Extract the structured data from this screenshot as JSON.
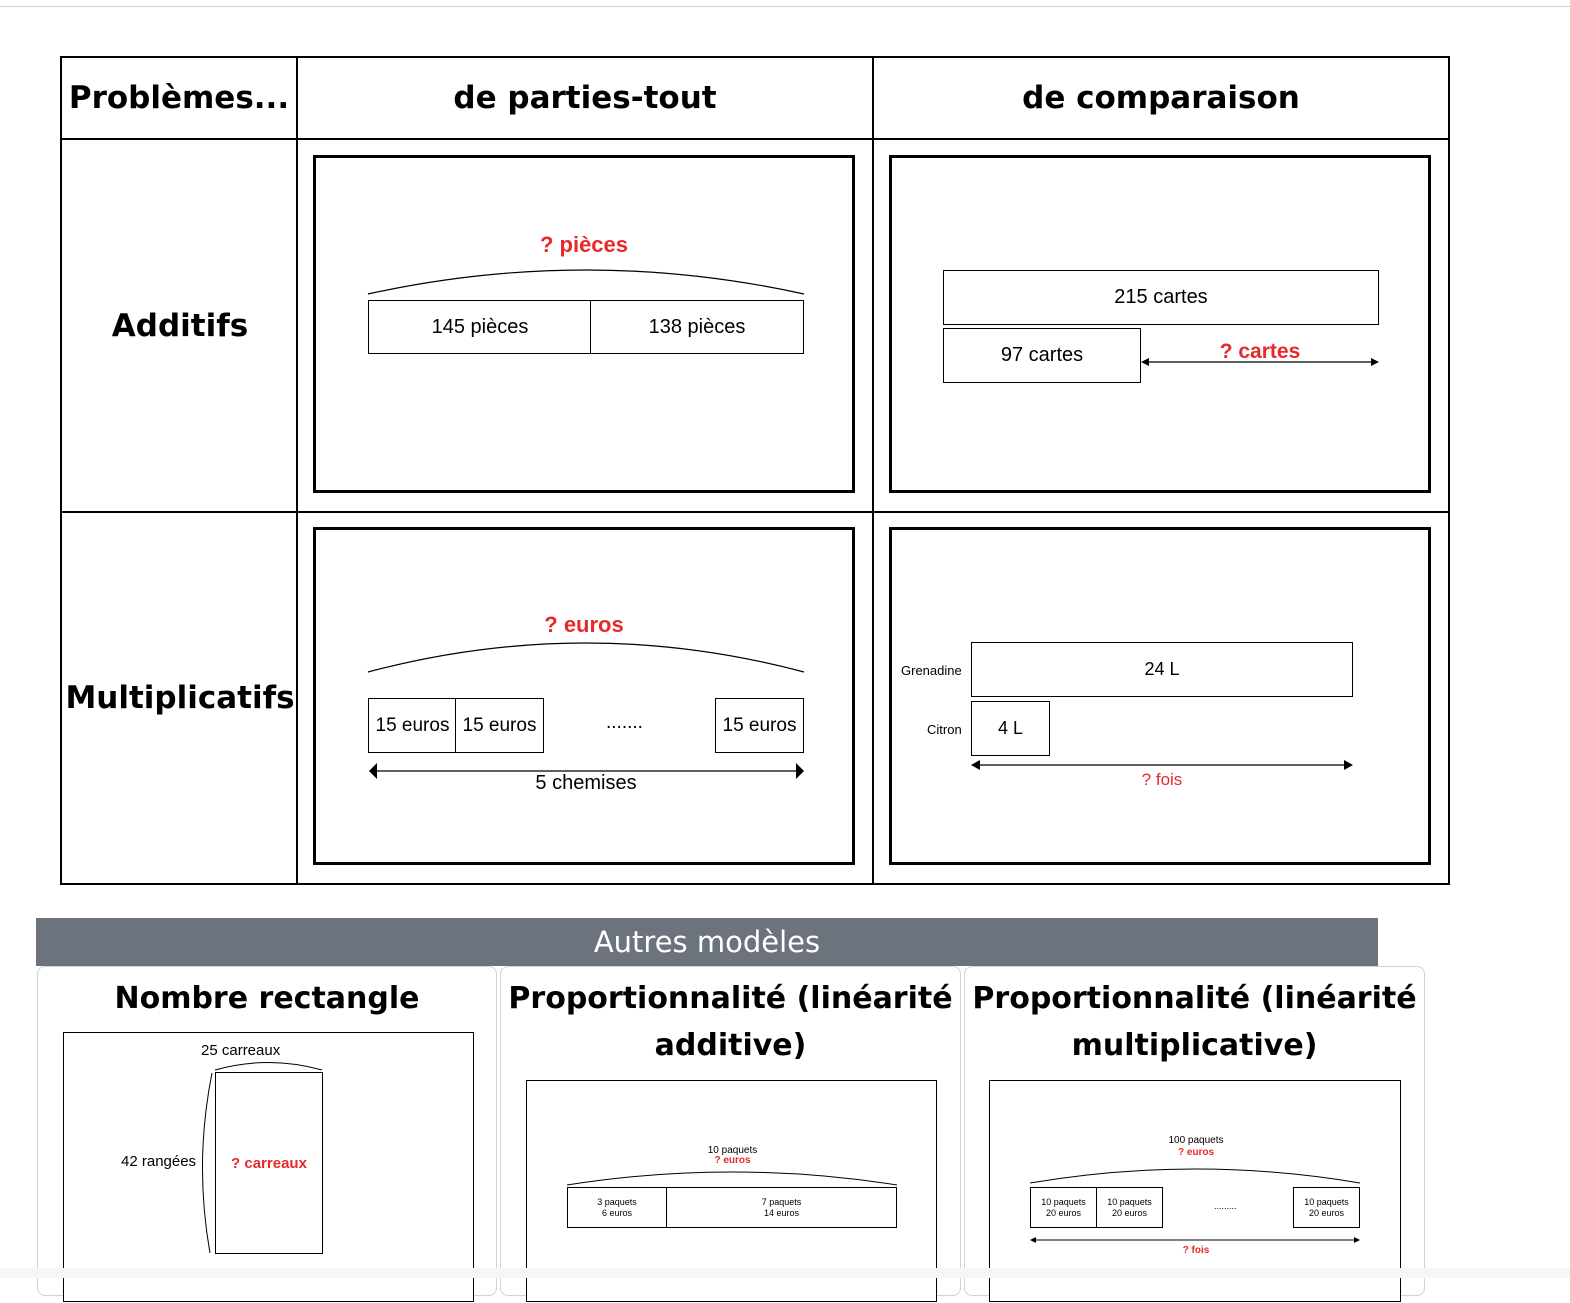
{
  "table": {
    "headers": [
      "Problèmes...",
      "de parties-tout",
      "de comparaison"
    ],
    "rows": [
      "Additifs",
      "Multiplicatifs"
    ],
    "additive_parts": {
      "total": "? pièces",
      "part1": "145 pièces",
      "part2": "138 pièces"
    },
    "additive_comparison": {
      "big": "215 cartes",
      "small": "97 cartes",
      "diff": "? cartes"
    },
    "mult_parts": {
      "total": "? euros",
      "unit": "15 euros",
      "dots": ".......",
      "count": "5 chemises"
    },
    "mult_comparison": {
      "label_a": "Grenadine",
      "value_a": "24 L",
      "label_b": "Citron",
      "value_b": "4 L",
      "factor": "? fois"
    }
  },
  "others": {
    "title": "Autres modèles",
    "cards": [
      {
        "title": "Nombre rectangle",
        "top": "25 carreaux",
        "side": "42 rangées",
        "unknown": "? carreaux"
      },
      {
        "title_line1": "Proportionnalité (linéarité",
        "title_line2": "additive)",
        "top": "10 paquets",
        "unknown": "? euros",
        "box1_line1": "3 paquets",
        "box1_line2": "6 euros",
        "box2_line1": "7 paquets",
        "box2_line2": "14 euros"
      },
      {
        "title_line1": "Proportionnalité (linéarité",
        "title_line2": "multiplicative)",
        "top": "100 paquets",
        "unknown": "? euros",
        "box_line1": "10 paquets",
        "box_line2": "20 euros",
        "dots": ".........",
        "factor": "? fois"
      }
    ]
  }
}
